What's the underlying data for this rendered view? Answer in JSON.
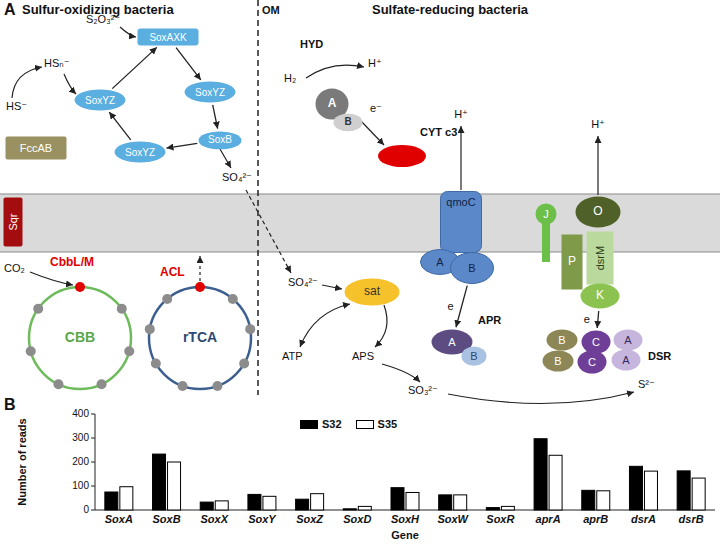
{
  "diagram": {
    "nodes": [
      {
        "text": [
          "FccAB"
        ]
      },
      {
        "text": [
          "SoxAXK"
        ]
      },
      {
        "text": [
          "SoxYZ"
        ]
      },
      {
        "text": [
          "SoxYZ"
        ]
      },
      {
        "text": [
          "SoxYZ"
        ]
      },
      {
        "text": [
          "SoxB"
        ]
      },
      {
        "text": [
          "A"
        ]
      },
      {
        "text": [
          "B"
        ]
      },
      {
        "text": [
          "Sqr"
        ]
      },
      {
        "text": [
          "qmoC"
        ]
      },
      {
        "text": [
          "A"
        ]
      },
      {
        "text": [
          "B"
        ]
      },
      {
        "text": [
          "J"
        ]
      },
      {
        "text": [
          "O"
        ]
      },
      {
        "text": [
          "P"
        ]
      },
      {
        "text": [
          "dsrM"
        ]
      },
      {
        "text": [
          "K"
        ]
      },
      {
        "text": [
          "CBB"
        ]
      },
      {
        "text": [
          "rTCA"
        ]
      },
      {
        "text": [
          "sat"
        ]
      },
      {
        "text": [
          "A"
        ]
      },
      {
        "text": [
          "B"
        ]
      },
      {
        "text": [
          "B"
        ]
      },
      {
        "text": [
          "B"
        ]
      },
      {
        "text": [
          "C"
        ]
      },
      {
        "text": [
          "C"
        ]
      },
      {
        "text": [
          "A"
        ]
      },
      {
        "text": [
          "A"
        ]
      }
    ],
    "edges": [
      {
        "from": 2,
        "to": 1,
        "arrow": "to"
      },
      {
        "from": 1,
        "to": 3,
        "arrow": "to"
      },
      {
        "from": 3,
        "to": 5,
        "arrow": "to"
      },
      {
        "from": 5,
        "to": 4,
        "arrow": "to"
      },
      {
        "from": 4,
        "to": 2,
        "arrow": "to"
      },
      {
        "from": 11,
        "to": 20,
        "label": "e",
        "arrow": "to"
      },
      {
        "from": 16,
        "to": 24,
        "label": "e",
        "arrow": "to"
      }
    ],
    "labels": [
      "A",
      "Sulfur-oxidizing bacteria",
      "OM",
      "Sulfate-reducing bacteria",
      "S₂O₃²⁻",
      "HS⁻",
      "HSₙ⁻",
      "HYD",
      "H₂",
      "H⁺",
      "e⁻",
      "CYT c3",
      "H⁺",
      "H⁺",
      "SO₄²⁻",
      "CO₂",
      "CbbL/M",
      "ACL",
      "SO₄²⁻",
      "ATP",
      "APS",
      "APR",
      "DSR",
      "SO₃²⁻",
      "S²⁻",
      "B",
      "Number of reads",
      "0",
      "100",
      "200",
      "300",
      "400",
      "SoxA",
      "SoxB",
      "SoxX",
      "SoxY",
      "SoxZ",
      "SoxD",
      "SoxH",
      "SoxW",
      "SoxR",
      "aprA",
      "aprB",
      "dsrA",
      "dsrB",
      "Gene"
    ],
    "legend": [
      {
        "text": "S32",
        "color": "#000000"
      },
      {
        "text": "S35",
        "color": "#ffffff"
      }
    ]
  }
}
